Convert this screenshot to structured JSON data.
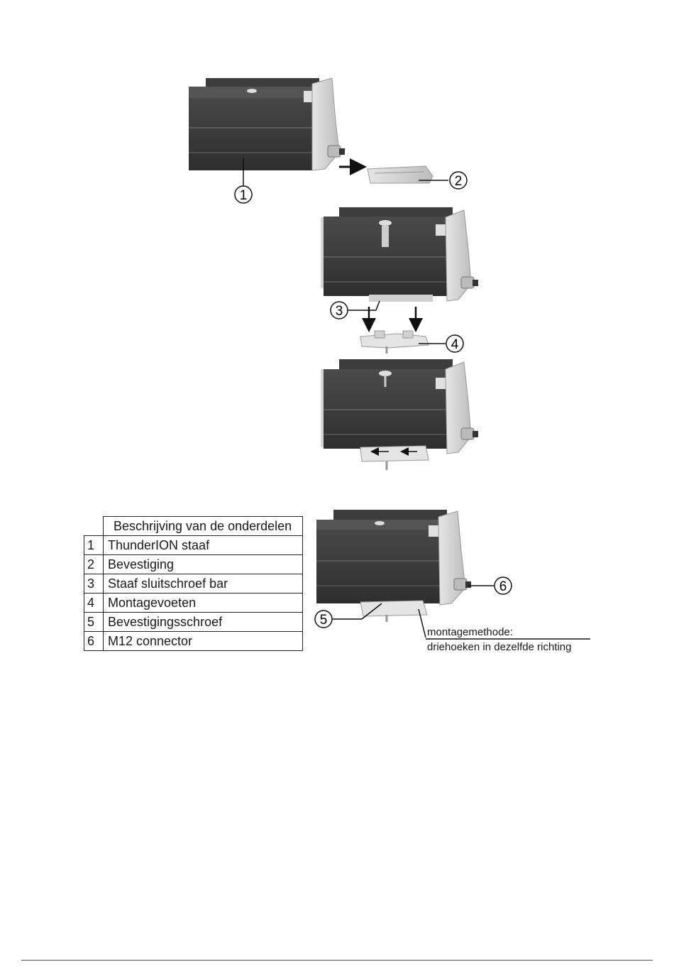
{
  "callouts": [
    "1",
    "2",
    "3",
    "4",
    "5",
    "6"
  ],
  "parts_table": {
    "header": "Beschrijving van de onderdelen",
    "rows": [
      {
        "num": "1",
        "label": "ThunderION staaf"
      },
      {
        "num": "2",
        "label": "Bevestiging"
      },
      {
        "num": "3",
        "label": "Staaf sluitschroef  bar"
      },
      {
        "num": "4",
        "label": "Montagevoeten"
      },
      {
        "num": "5",
        "label": "Bevestigingsschroef"
      },
      {
        "num": "6",
        "label": "M12 connector"
      }
    ]
  },
  "mounting_note": {
    "line1": "montagemethode:",
    "line2": "driehoeken in dezelfde richting"
  },
  "colors": {
    "body_dark": "#3a3a3a",
    "body_light": "#cfcfcf",
    "line": "#111111"
  }
}
